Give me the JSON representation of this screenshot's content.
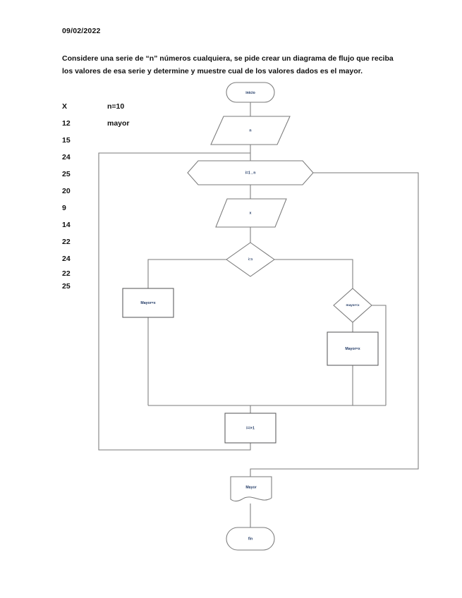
{
  "document": {
    "date": "09/02/2022",
    "intro": "Considere una serie de “n” números cualquiera, se pide crear un diagrama de flujo que reciba los valores de esa serie y determine y muestre cual de los valores dados es el mayor."
  },
  "data_table": {
    "header": "X",
    "values": [
      "12",
      "15",
      "24",
      "25",
      "20",
      "9",
      "14",
      "22",
      "24",
      "22",
      "25"
    ]
  },
  "variables": {
    "n_label": "n=10",
    "mayor_label": "mayor"
  },
  "flowchart": {
    "nodes": [
      {
        "id": "start",
        "type": "terminal",
        "label": "inicio"
      },
      {
        "id": "read_n",
        "type": "io",
        "label": "n"
      },
      {
        "id": "loop",
        "type": "loop",
        "label": "i=1 , n"
      },
      {
        "id": "read_x",
        "type": "io",
        "label": "x"
      },
      {
        "id": "check_first",
        "type": "decision",
        "label": "i=1"
      },
      {
        "id": "assign_first",
        "type": "process",
        "label": "Mayor=x"
      },
      {
        "id": "compare",
        "type": "decision",
        "label": "mayor<x"
      },
      {
        "id": "assign_new",
        "type": "process",
        "label": "Mayor=x"
      },
      {
        "id": "increment",
        "type": "process",
        "label": "i=i+1"
      },
      {
        "id": "output",
        "type": "document",
        "label": "Mayor"
      },
      {
        "id": "end",
        "type": "terminal",
        "label": "fin"
      }
    ]
  },
  "colors": {
    "stroke": "#7a7a7a",
    "label_text": "#1f3864",
    "body_text": "#111111",
    "background": "#ffffff"
  }
}
